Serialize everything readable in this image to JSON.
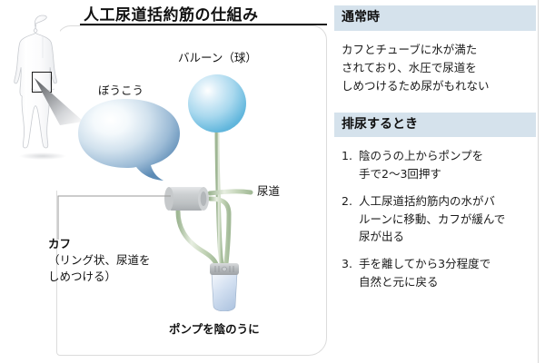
{
  "title": "人工尿道括約筋の仕組み",
  "diagram": {
    "labels": {
      "bladder": "ぼうこう",
      "balloon": "バルーン（球）",
      "urethra": "尿道",
      "pump": "ポンプを陰のうに",
      "cuff_title": "カフ",
      "cuff_sub": "（リング状、尿道を\nしめつける）"
    },
    "icons": {
      "body": "male-body-silhouette-icon",
      "region_box": "pelvis-region-box-icon",
      "arrow": "magnify-pointer-arrow-icon",
      "bladder": "bladder-organ-icon",
      "balloon": "balloon-sphere-icon",
      "cuff": "cuff-cylinder-icon",
      "pump": "pump-bulb-icon",
      "tubes": "connecting-tubes-icon"
    },
    "colors": {
      "balloon": "#63b7dd",
      "bladder": "#6e9ec4",
      "tube": "#b9cfae",
      "cuff": "#c3c6c8",
      "pump_bulb": "#c3d4ea",
      "panel_border": "#dcdcdc"
    }
  },
  "info": {
    "section_normal": {
      "heading": "通常時",
      "body": "カフとチューブに水が満た\nされており、水圧で尿道を\nしめつけるため尿がもれない"
    },
    "section_void": {
      "heading": "排尿するとき",
      "steps": [
        {
          "num": "1.",
          "text": "陰のうの上からポンプを\n手で2〜3回押す"
        },
        {
          "num": "2.",
          "text": "人工尿道括約筋内の水がバ\nルーンに移動、カフが緩んで\n尿が出る"
        },
        {
          "num": "3.",
          "text": "手を離してから3分程度で\n自然と元に戻る"
        }
      ]
    },
    "header_color": "#d5e2ec"
  }
}
